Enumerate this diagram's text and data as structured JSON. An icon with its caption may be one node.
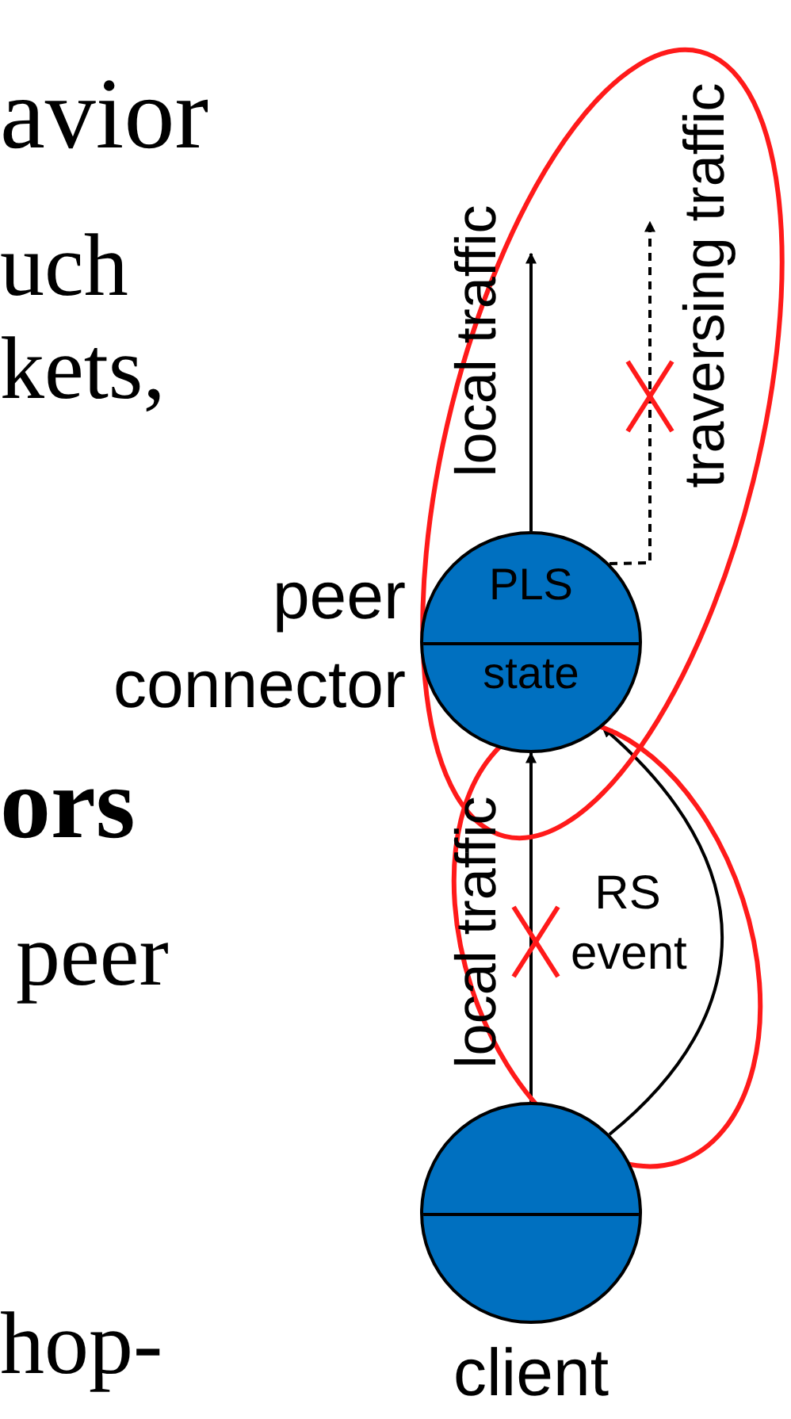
{
  "diagram": {
    "nodes": [
      {
        "text": [
          "PLS",
          "state"
        ],
        "beside": [
          "peer connector"
        ]
      },
      {
        "text": [],
        "shape": "circle",
        "beside": [
          "client"
        ]
      }
    ],
    "edges": [
      {
        "from": 0,
        "to": null,
        "arrow": "to",
        "label": "local traffic"
      },
      {
        "from": 0,
        "to": null,
        "arrow": "to",
        "style": "dashed",
        "label": "traversing traffic"
      },
      {
        "from": 1,
        "to": 0,
        "arrow": "to",
        "label": "local traffic"
      },
      {
        "from": 1,
        "to": 0,
        "arrow": "to",
        "label": "RS event"
      }
    ],
    "labels": [
      "avior",
      "uch",
      "kets,",
      "ors",
      "peer",
      "hop-"
    ]
  }
}
